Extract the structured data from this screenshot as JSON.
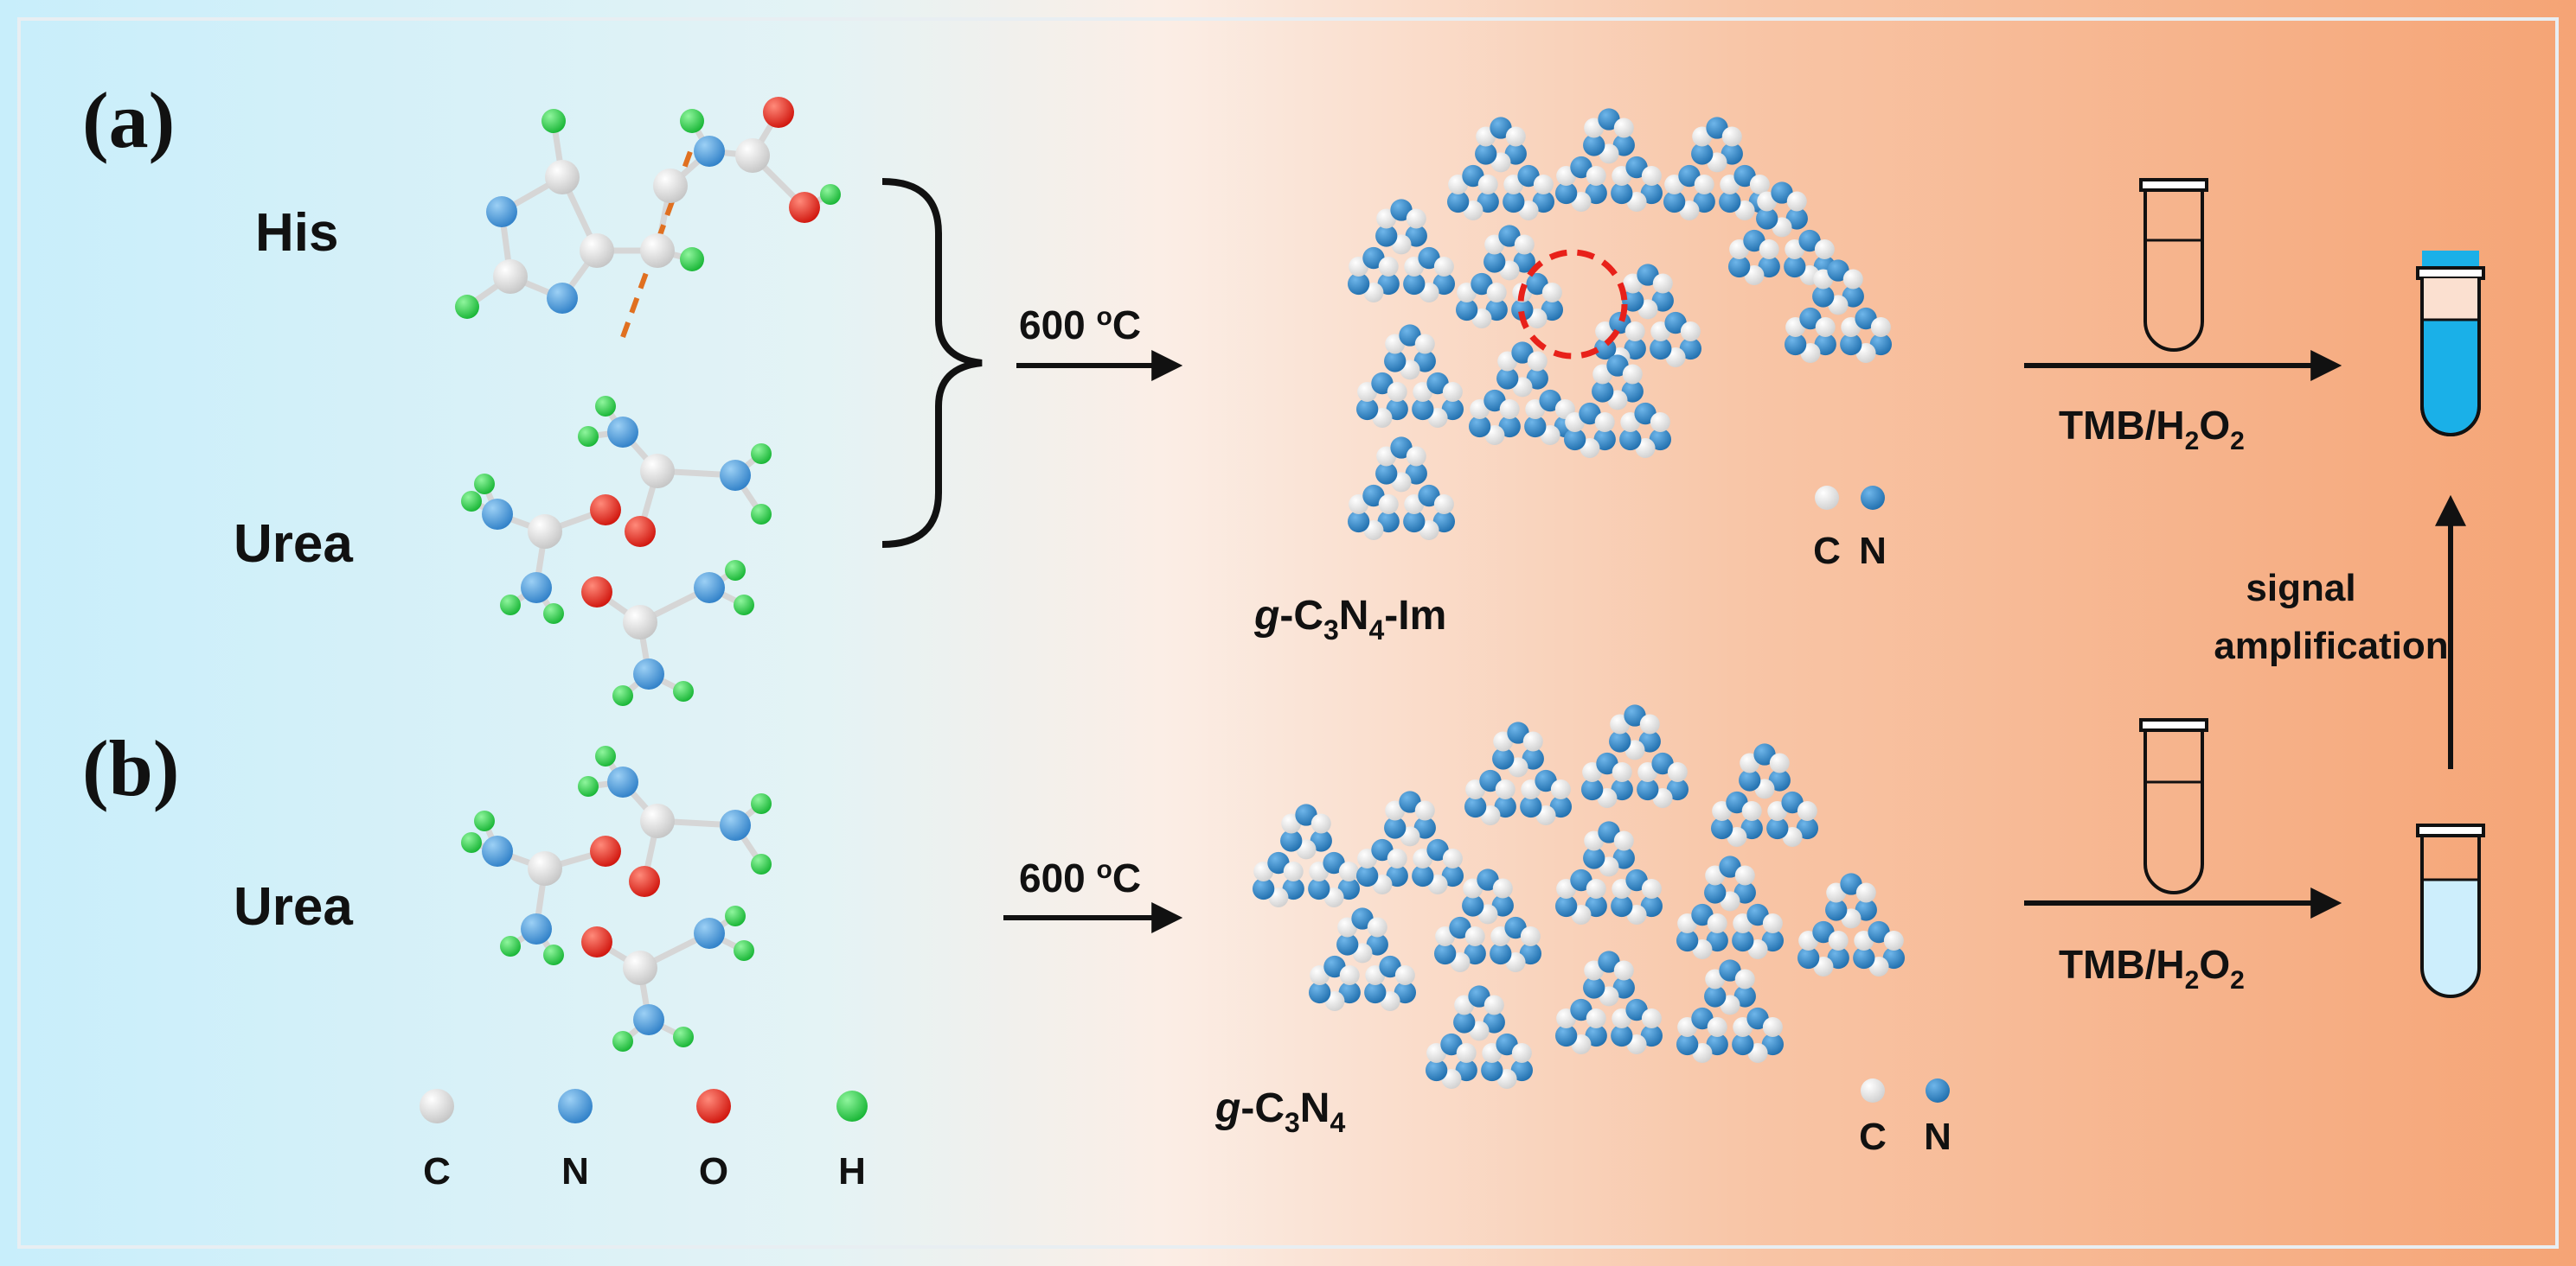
{
  "panels": {
    "a": "(a)",
    "b": "(b)"
  },
  "molecules": {
    "his": "His",
    "urea_a": "Urea",
    "urea_b": "Urea"
  },
  "reaction": {
    "a_temp": "600 ",
    "a_temp_sup": "o",
    "a_temp_unit": "C",
    "b_temp": "600 ",
    "b_temp_sup": "o",
    "b_temp_unit": "C"
  },
  "products": {
    "im": {
      "g": "g",
      "c": "-C",
      "sub3": "3",
      "n": "N",
      "sub4": "4",
      "suffix": "-Im"
    },
    "plain": {
      "g": "g",
      "c": "-C",
      "sub3": "3",
      "n": "N",
      "sub4": "4"
    }
  },
  "assay": {
    "top": {
      "tmb": "TMB/H",
      "sub": "2",
      "o": "O",
      "sub2": "2"
    },
    "bottom": {
      "tmb": "TMB/H",
      "sub": "2",
      "o": "O",
      "sub2": "2"
    },
    "signal_line1": "signal",
    "signal_line2": "amplification"
  },
  "legend": {
    "atoms": {
      "c": "C",
      "n": "N",
      "o": "O",
      "h": "H"
    },
    "sheet_top": {
      "c": "C",
      "n": "N"
    },
    "sheet_bottom": {
      "c": "C",
      "n": "N"
    }
  },
  "colors": {
    "carbon": "#f2f2f2",
    "nitrogen": "#3f8fd6",
    "oxygen": "#e8211a",
    "hydrogen": "#22cc44",
    "sheet_nitrogen": "#2e80c4",
    "bg_left": "#c8eefb",
    "bg_mid": "#fbe6dc",
    "bg_right": "#f5a97c",
    "blue_solution": "#1ab0e8",
    "light_solution": "#cdeefc"
  }
}
